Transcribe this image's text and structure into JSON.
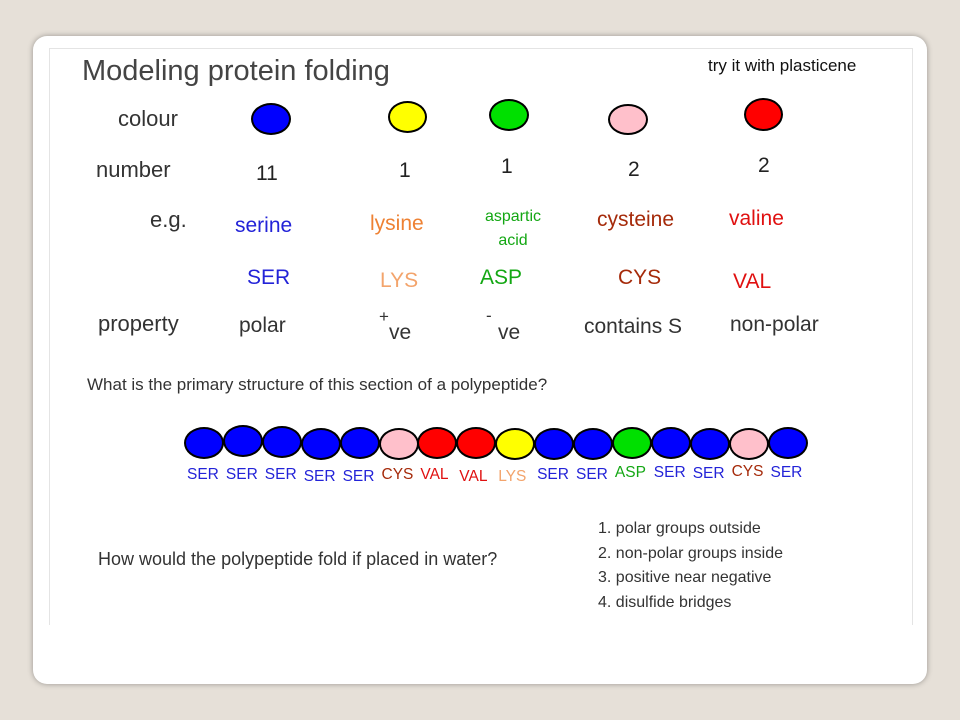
{
  "title": "Modeling protein folding",
  "subtitle": "try it with plasticene",
  "row_labels": {
    "colour": "colour",
    "number": "number",
    "example": "e.g.",
    "property": "property"
  },
  "amino_acids": [
    {
      "color_hex": "#0000ff",
      "number": "11",
      "example": "serine",
      "example_color": "#2323d8",
      "abbr": "SER",
      "abbr_color": "#2323d8",
      "property": "polar",
      "property_sign": ""
    },
    {
      "color_hex": "#ffff00",
      "number": "1",
      "example": "lysine",
      "example_color": "#ee8133",
      "abbr": "LYS",
      "abbr_color": "#f3a46c",
      "property": "ve",
      "property_sign": "+"
    },
    {
      "color_hex": "#00e000",
      "number": "1",
      "example_line1": "aspartic",
      "example_line2": "acid",
      "example_color": "#13a713",
      "abbr": "ASP",
      "abbr_color": "#13a713",
      "property": "ve",
      "property_sign": "-"
    },
    {
      "color_hex": "#ffc0cb",
      "number": "2",
      "example": "cysteine",
      "example_color": "#a52a0a",
      "abbr": "CYS",
      "abbr_color": "#a52a0a",
      "property": "contains S",
      "property_sign": ""
    },
    {
      "color_hex": "#ff0000",
      "number": "2",
      "example": "valine",
      "example_color": "#e01010",
      "abbr": "VAL",
      "abbr_color": "#e01010",
      "property": "non-polar",
      "property_sign": ""
    }
  ],
  "question1": "What is the primary structure of this section of a polypeptide?",
  "chain": [
    {
      "label": "SER",
      "color": "#0000ff",
      "label_color": "#2323d8"
    },
    {
      "label": "SER",
      "color": "#0000ff",
      "label_color": "#2323d8"
    },
    {
      "label": "SER",
      "color": "#0000ff",
      "label_color": "#2323d8"
    },
    {
      "label": "SER",
      "color": "#0000ff",
      "label_color": "#2323d8"
    },
    {
      "label": "SER",
      "color": "#0000ff",
      "label_color": "#2323d8"
    },
    {
      "label": "CYS",
      "color": "#ffc0cb",
      "label_color": "#a52a0a"
    },
    {
      "label": "VAL",
      "color": "#ff0000",
      "label_color": "#e01010"
    },
    {
      "label": "VAL",
      "color": "#ff0000",
      "label_color": "#e01010"
    },
    {
      "label": "LYS",
      "color": "#ffff00",
      "label_color": "#f3a46c"
    },
    {
      "label": "SER",
      "color": "#0000ff",
      "label_color": "#2323d8"
    },
    {
      "label": "SER",
      "color": "#0000ff",
      "label_color": "#2323d8"
    },
    {
      "label": "ASP",
      "color": "#00e000",
      "label_color": "#13a713"
    },
    {
      "label": "SER",
      "color": "#0000ff",
      "label_color": "#2323d8"
    },
    {
      "label": "SER",
      "color": "#0000ff",
      "label_color": "#2323d8"
    },
    {
      "label": "CYS",
      "color": "#ffc0cb",
      "label_color": "#a52a0a"
    },
    {
      "label": "SER",
      "color": "#0000ff",
      "label_color": "#2323d8"
    }
  ],
  "question2": "How would the polypeptide fold if placed in water?",
  "answers": [
    "1. polar groups outside",
    "2. non-polar groups inside",
    "3. positive near negative",
    "4. disulfide bridges"
  ]
}
